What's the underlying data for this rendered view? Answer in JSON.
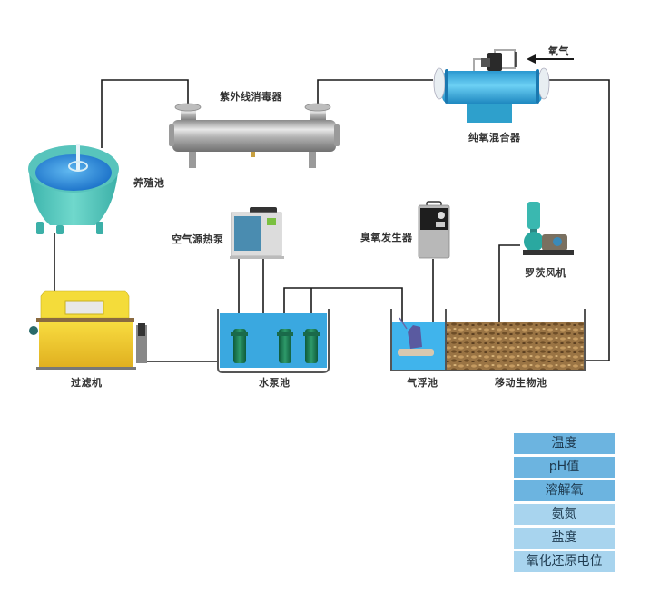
{
  "diagram": {
    "equipment": {
      "uv_sterilizer": "紫外线消毒器",
      "oxygen_mixer": "纯氧混合器",
      "oxygen_input": "氧气",
      "culture_tank": "养殖池",
      "heat_pump": "空气源热泵",
      "ozone_generator": "臭氧发生器",
      "roots_blower": "罗茨风机",
      "filter": "过滤机",
      "pump_tank": "水泵池",
      "flotation_tank": "气浮池",
      "biofilm_tank": "移动生物池"
    },
    "legend": {
      "items": [
        {
          "label": "温度",
          "color": "#6cb4e0"
        },
        {
          "label": "pH值",
          "color": "#6cb4e0"
        },
        {
          "label": "溶解氧",
          "color": "#6cb4e0"
        },
        {
          "label": "氨氮",
          "color": "#a8d4ee"
        },
        {
          "label": "盐度",
          "color": "#a8d4ee"
        },
        {
          "label": "氧化还原电位",
          "color": "#a8d4ee"
        }
      ]
    },
    "colors": {
      "pipe": "#1a1a1a",
      "water": "#3aa8e0",
      "tank_teal": "#5cc8c0",
      "mixer_blue": "#3ab0e0",
      "filter_yellow": "#f0c830",
      "biomedia": "#8a6a3a"
    }
  }
}
